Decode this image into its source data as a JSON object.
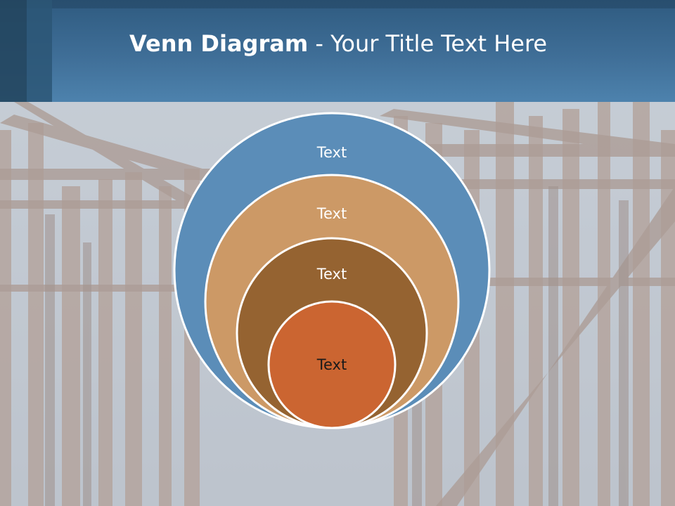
{
  "slide": {
    "title_bold": "Venn Diagram",
    "title_rest": " - Your Title Text Here"
  },
  "diagram": {
    "type": "nested-circles",
    "circles": [
      {
        "label": "Text",
        "color": "#5b8db8",
        "text_color": "#ffffff"
      },
      {
        "label": "Text",
        "color": "#cc9966",
        "text_color": "#ffffff"
      },
      {
        "label": "Text",
        "color": "#956331",
        "text_color": "#ffffff"
      },
      {
        "label": "Text",
        "color": "#cb6531",
        "text_color": "#1a1a1a"
      }
    ]
  },
  "colors": {
    "header": "#3f6e97",
    "background_photo_tone": "#aab4c0",
    "circle_outline": "#ffffff"
  }
}
